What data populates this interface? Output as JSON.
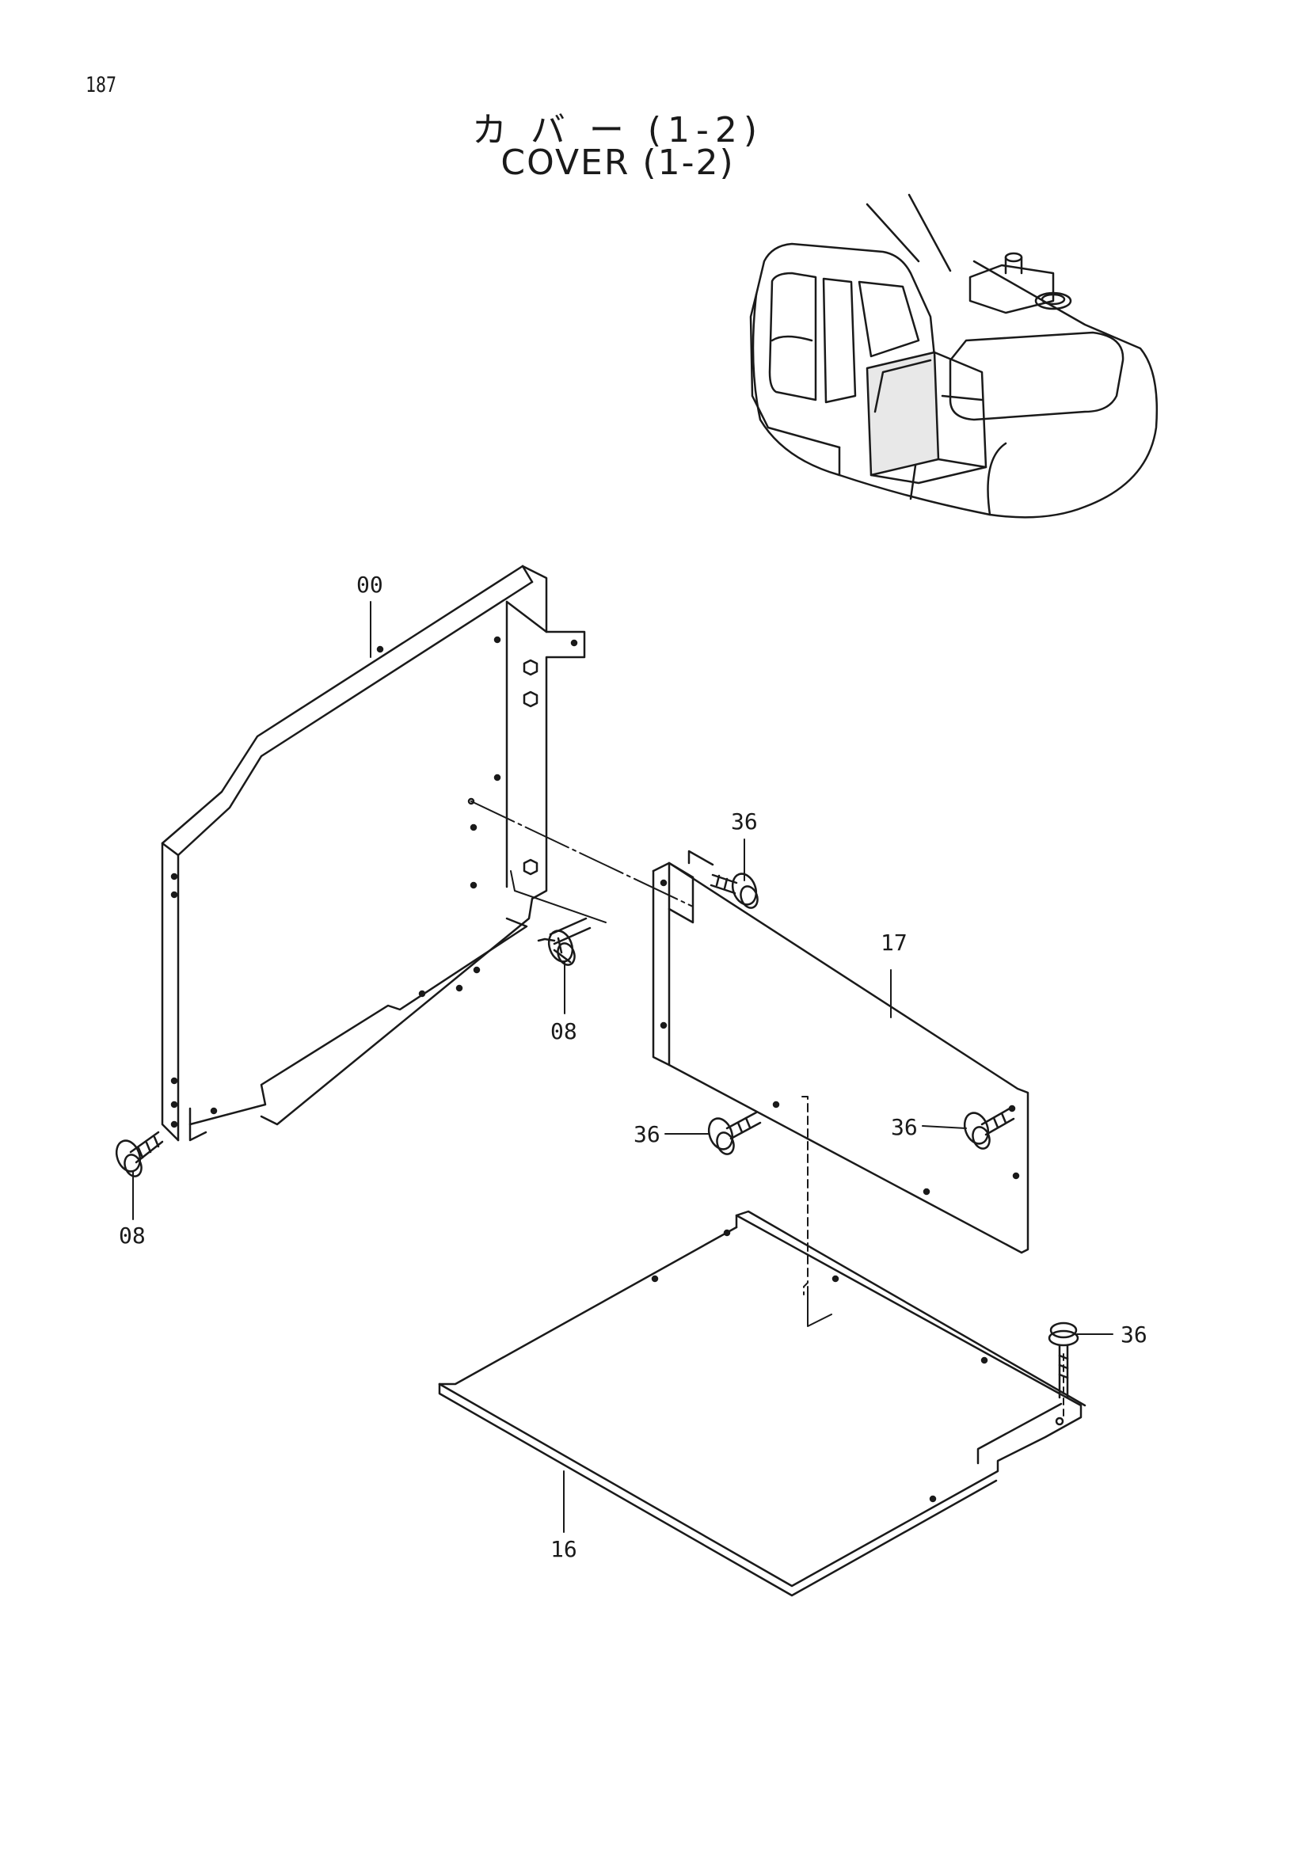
{
  "page": {
    "number": "187",
    "title_jp": "カ バ ー (1-2)",
    "title_en": "COVER (1-2)"
  },
  "callouts": {
    "part_00": "00",
    "part_08_upper": "08",
    "part_08_lower": "08",
    "part_17": "17",
    "part_16": "16",
    "part_36_top": "36",
    "part_36_left": "36",
    "part_36_right": "36",
    "part_36_floor": "36"
  }
}
